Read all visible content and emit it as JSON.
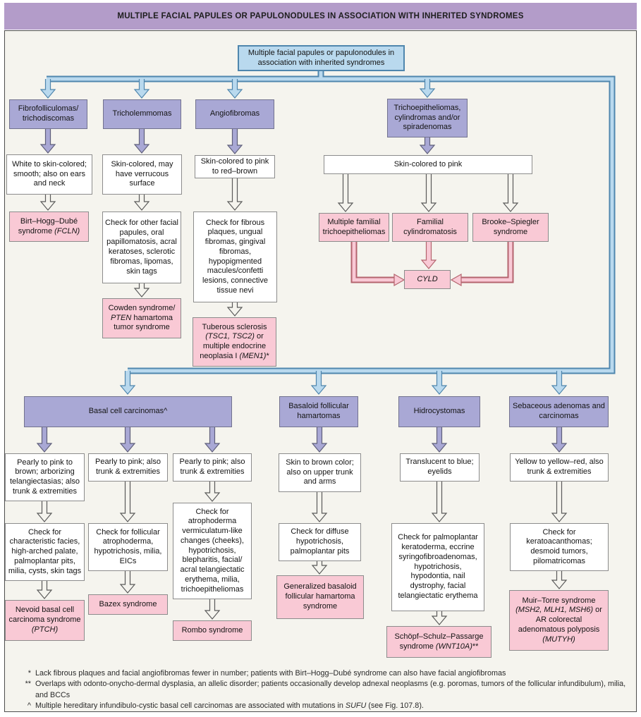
{
  "header": {
    "title": "MULTIPLE FACIAL PAPULES OR PAPULONODULES IN ASSOCIATION WITH INHERITED SYNDROMES"
  },
  "colors": {
    "header_bar": "#b39cc9",
    "background": "#f5f4ee",
    "purple_node": "#a9a8d5",
    "pink_node": "#f9c9d5",
    "blue_accent": "#b9d9ee",
    "blue_border": "#4f86ad",
    "pink_arrow_border": "#b4646e"
  },
  "nodes": {
    "root": {
      "t1": "Multiple facial papules or papulonodules in association with inherited syndromes"
    },
    "fibro": {
      "t1": "Fibrofolliculomas/",
      "t2": "trichodiscomas"
    },
    "tricholemmomas": {
      "t1": "Tricholemmomas"
    },
    "angiofibromas": {
      "t1": "Angiofibromas"
    },
    "trichoepitheliomas": {
      "t1": "Trichoepitheliomas, cylindromas and/or spiradenomas"
    },
    "desc_fibro": {
      "t1": "White to skin-colored; smooth; also on ears and neck"
    },
    "desc_tricholemmomas": {
      "t1": "Skin-colored, may have verrucous surface"
    },
    "desc_angiofibromas": {
      "t1": "Skin-colored to pink to red–brown"
    },
    "desc_trichoepitheliomas": {
      "t1": "Skin-colored to pink"
    },
    "check_tricholemmomas": {
      "t1": "Check for other facial papules, oral papillomatosis, acral keratoses, sclerotic fibromas, lipomas, skin tags"
    },
    "check_angiofibromas": {
      "t1": "Check for fibrous plaques, ungual fibromas, gingival fibromas, hypopigmented macules/confetti lesions, connective tissue nevi"
    },
    "bhd": {
      "t1": "Birt–Hogg–Dubé syndrome ",
      "t2": "(FCLN)"
    },
    "cowden": {
      "t1": "Cowden syndrome/",
      "t2": "PTEN",
      "t3": " hamartoma tumor syndrome"
    },
    "tuberous": {
      "t1": "Tuberous sclerosis ",
      "t2": "(TSC1, TSC2)",
      "t3": " or multiple endocrine neoplasia I ",
      "t4": "(MEN1)",
      "t5": "*"
    },
    "mft": {
      "t1": "Multiple familial trichoepitheliomas"
    },
    "fc": {
      "t1": "Familial cylindromatosis"
    },
    "bss": {
      "t1": "Brooke–Spiegler syndrome"
    },
    "cyld": {
      "t1": "CYLD"
    },
    "bcc": {
      "t1": "Basal cell carcinomas^"
    },
    "bfh": {
      "t1": "Basaloid follicular hamartomas"
    },
    "hidro": {
      "t1": "Hidrocystomas"
    },
    "seb": {
      "t1": "Sebaceous adenomas and carcinomas"
    },
    "desc_bcc1": {
      "t1": "Pearly to pink to brown; arborizing telangiectasias; also trunk & extremities"
    },
    "desc_bcc2": {
      "t1": "Pearly to pink; also trunk & extremities"
    },
    "desc_bcc3": {
      "t1": "Pearly to pink; also trunk & extremities"
    },
    "desc_bfh": {
      "t1": "Skin to brown color; also on upper trunk and arms"
    },
    "desc_hidro": {
      "t1": "Translucent to blue; eyelids"
    },
    "desc_seb": {
      "t1": "Yellow to yellow–red, also trunk & extremities"
    },
    "check_bcc1": {
      "t1": "Check for characteristic facies, high-arched palate, palmoplantar pits, milia, cysts, skin tags"
    },
    "check_bcc2": {
      "t1": "Check for follicular atrophoderma, hypotrichosis, milia, EICs"
    },
    "check_bcc3": {
      "t1": "Check for atrophoderma vermiculatum-like changes (cheeks), hypotrichosis, blepharitis, facial/ acral telangiectatic erythema, milia, trichoepitheliomas"
    },
    "check_bfh": {
      "t1": "Check for diffuse hypotrichosis, palmoplantar pits"
    },
    "check_hidro": {
      "t1": "Check for palmoplantar keratoderma, eccrine syringofibroadenomas, hypotrichosis, hypodontia, nail dystrophy, facial telangiectatic erythema"
    },
    "check_seb": {
      "t1": "Check for keratoacanthomas; desmoid tumors, pilomatricomas"
    },
    "nbcc": {
      "t1": "Nevoid basal cell carcinoma syndrome ",
      "t2": "(PTCH)"
    },
    "bazex": {
      "t1": "Bazex syndrome"
    },
    "rombo": {
      "t1": "Rombo syndrome"
    },
    "gbfh": {
      "t1": "Generalized basaloid follicular hamartoma syndrome"
    },
    "ssp": {
      "t1": "Schöpf–Schulz–Passarge syndrome ",
      "t2": "(WNT10A)",
      "t3": "**"
    },
    "mts": {
      "t1": "Muir–Torre syndrome ",
      "t2": "(MSH2, MLH1, MSH6)",
      "t3": " or AR colorectal adenomatous polyposis ",
      "t4": "(MUTYH)"
    }
  },
  "footnotes": [
    {
      "marker": "*",
      "t1": "Lack fibrous plaques and facial angiofibromas fewer in number; patients with Birt–Hogg–Dubé syndrome can also have facial angiofibromas"
    },
    {
      "marker": "**",
      "t1": "Overlaps with odonto-onycho-dermal dysplasia, an allelic disorder; patients occasionally develop adnexal neoplasms (e.g. poromas, tumors of the follicular infundibulum), milia, and BCCs"
    },
    {
      "marker": "^",
      "t1": "Multiple hereditary infundibulo-cystic basal cell carcinomas are associated with mutations in ",
      "t2": "SUFU",
      "t3": " (see Fig. 107.8)."
    }
  ]
}
